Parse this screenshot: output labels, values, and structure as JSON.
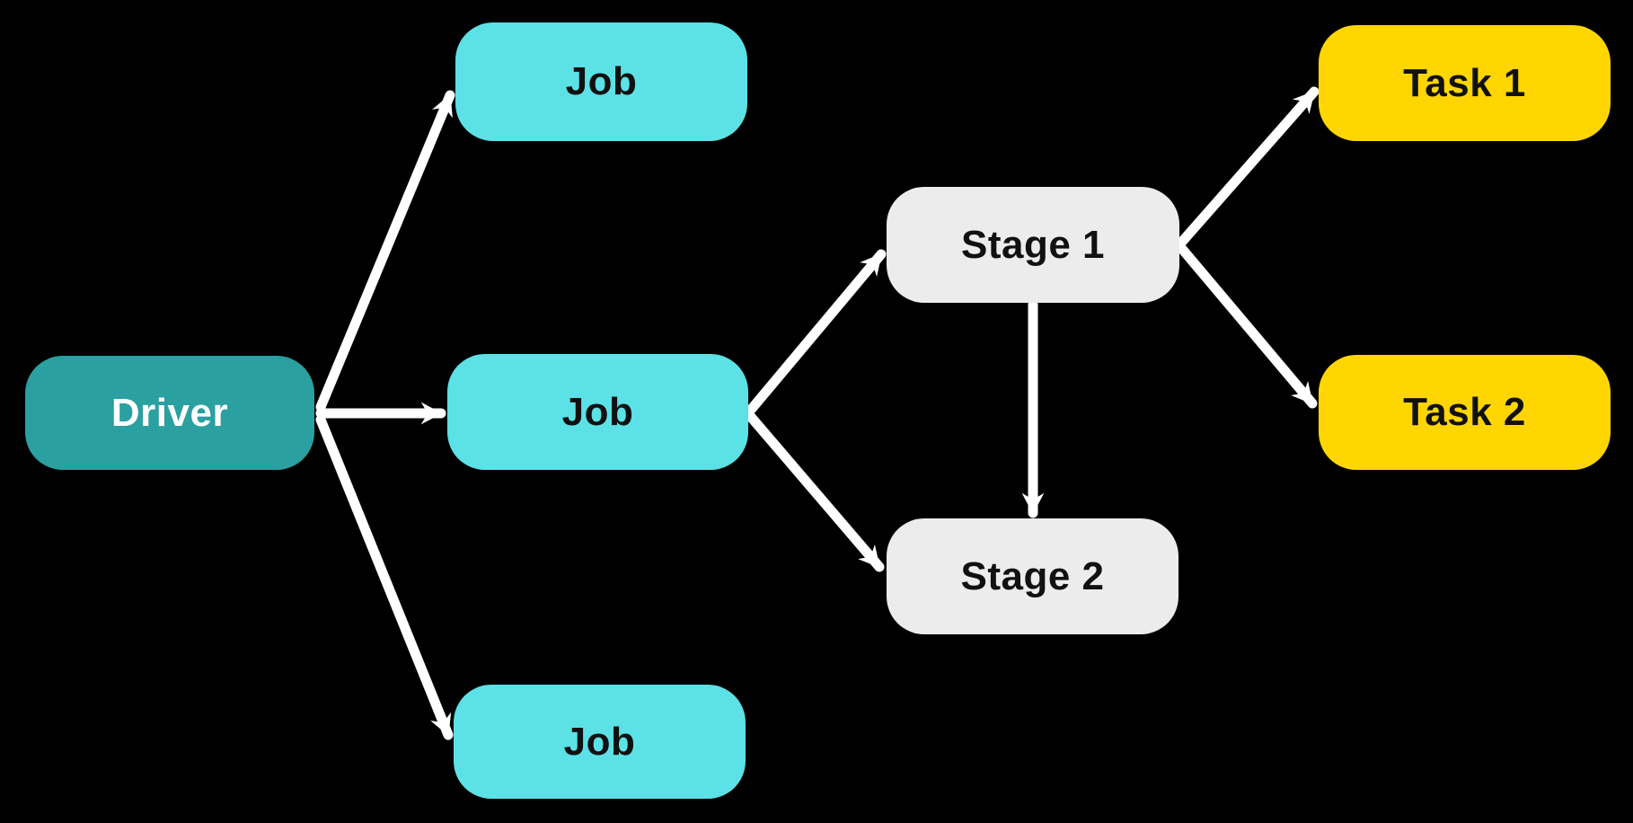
{
  "diagram": {
    "background_color": "#000000",
    "arrow_color": "#FFFFFF",
    "palette": {
      "driver_fill": "#2AA0A0",
      "job_fill": "#5CE1E6",
      "stage_fill": "#ECECEC",
      "task_fill": "#FFD602",
      "dark_text": "#111111",
      "light_text": "#FFFFFF"
    },
    "nodes": [
      {
        "id": "driver",
        "label": "Driver",
        "type": "driver",
        "fill": "#2AA0A0",
        "text_color": "#FFFFFF"
      },
      {
        "id": "job-top",
        "label": "Job",
        "type": "job",
        "fill": "#5CE1E6",
        "text_color": "#111111"
      },
      {
        "id": "job-middle",
        "label": "Job",
        "type": "job",
        "fill": "#5CE1E6",
        "text_color": "#111111"
      },
      {
        "id": "job-bottom",
        "label": "Job",
        "type": "job",
        "fill": "#5CE1E6",
        "text_color": "#111111"
      },
      {
        "id": "stage-1",
        "label": "Stage 1",
        "type": "stage",
        "fill": "#ECECEC",
        "text_color": "#111111"
      },
      {
        "id": "stage-2",
        "label": "Stage 2",
        "type": "stage",
        "fill": "#ECECEC",
        "text_color": "#111111"
      },
      {
        "id": "task-1",
        "label": "Task 1",
        "type": "task",
        "fill": "#FFD602",
        "text_color": "#111111"
      },
      {
        "id": "task-2",
        "label": "Task 2",
        "type": "task",
        "fill": "#FFD602",
        "text_color": "#111111"
      }
    ],
    "edges": [
      {
        "from": "driver",
        "to": "job-top"
      },
      {
        "from": "driver",
        "to": "job-middle"
      },
      {
        "from": "driver",
        "to": "job-bottom"
      },
      {
        "from": "job-middle",
        "to": "stage-1"
      },
      {
        "from": "job-middle",
        "to": "stage-2"
      },
      {
        "from": "stage-1",
        "to": "stage-2"
      },
      {
        "from": "stage-1",
        "to": "task-1"
      },
      {
        "from": "stage-1",
        "to": "task-2"
      }
    ]
  }
}
